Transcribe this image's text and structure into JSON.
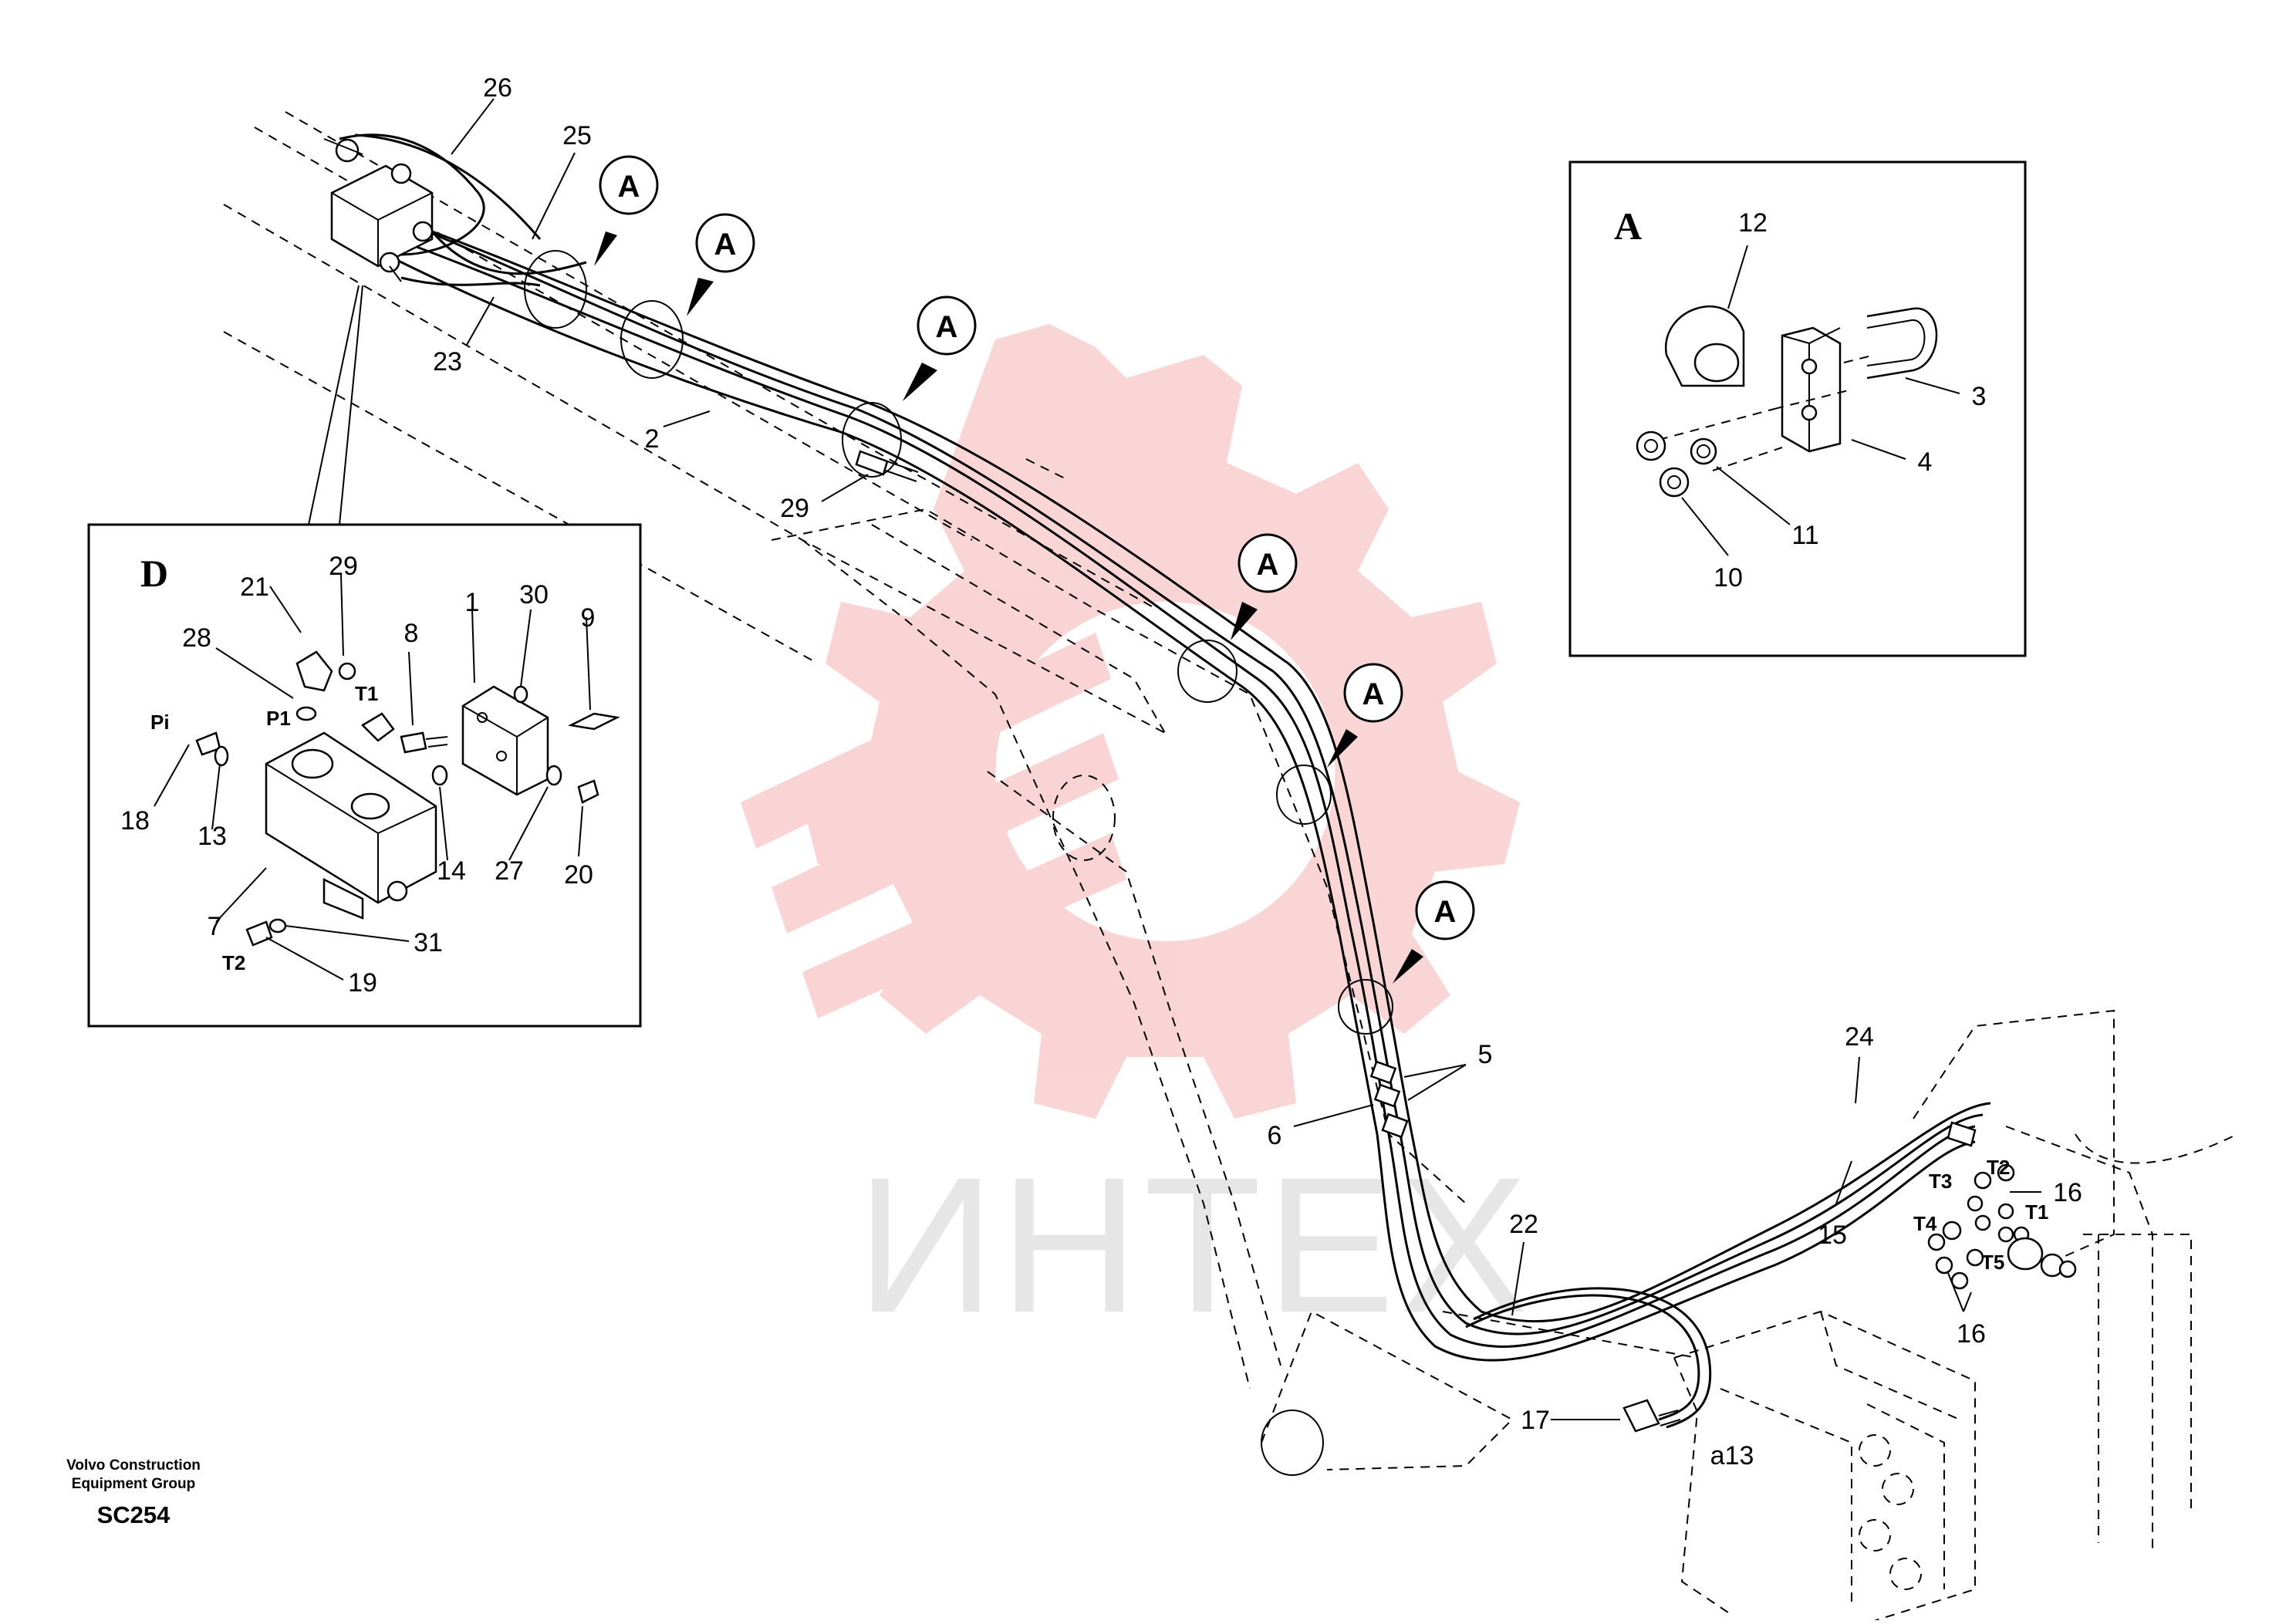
{
  "watermark": {
    "text": "ИНТЕХ",
    "color": "#f4b8b8"
  },
  "footer": {
    "org_line1": "Volvo Construction",
    "org_line2": "Equipment Group",
    "code": "SC254"
  },
  "callouts": {
    "detail_a": "A"
  },
  "main_labels": {
    "p26": "26",
    "p25": "25",
    "p23": "23",
    "p2": "2",
    "p29": "29",
    "p5": "5",
    "p6": "6",
    "p22": "22",
    "p24": "24",
    "p15": "15",
    "p16a": "16",
    "p16b": "16",
    "p17": "17",
    "p13_block": "a13",
    "T1": "T1",
    "T2": "T2",
    "T3": "T3",
    "T4": "T4",
    "T5": "T5"
  },
  "inset_a": {
    "title": "A",
    "labels": {
      "p12": "12",
      "p3": "3",
      "p4": "4",
      "p11": "11",
      "p10": "10"
    }
  },
  "inset_d": {
    "title": "D",
    "labels": {
      "p21": "21",
      "p29": "29",
      "p28": "28",
      "p8": "8",
      "p1": "1",
      "p30": "30",
      "p9": "9",
      "Pi": "Pi",
      "P1": "P1",
      "T1": "T1",
      "T2": "T2",
      "p18": "18",
      "p13": "13",
      "p7": "7",
      "p14": "14",
      "p27": "27",
      "p20": "20",
      "p31": "31",
      "p19": "19"
    }
  }
}
